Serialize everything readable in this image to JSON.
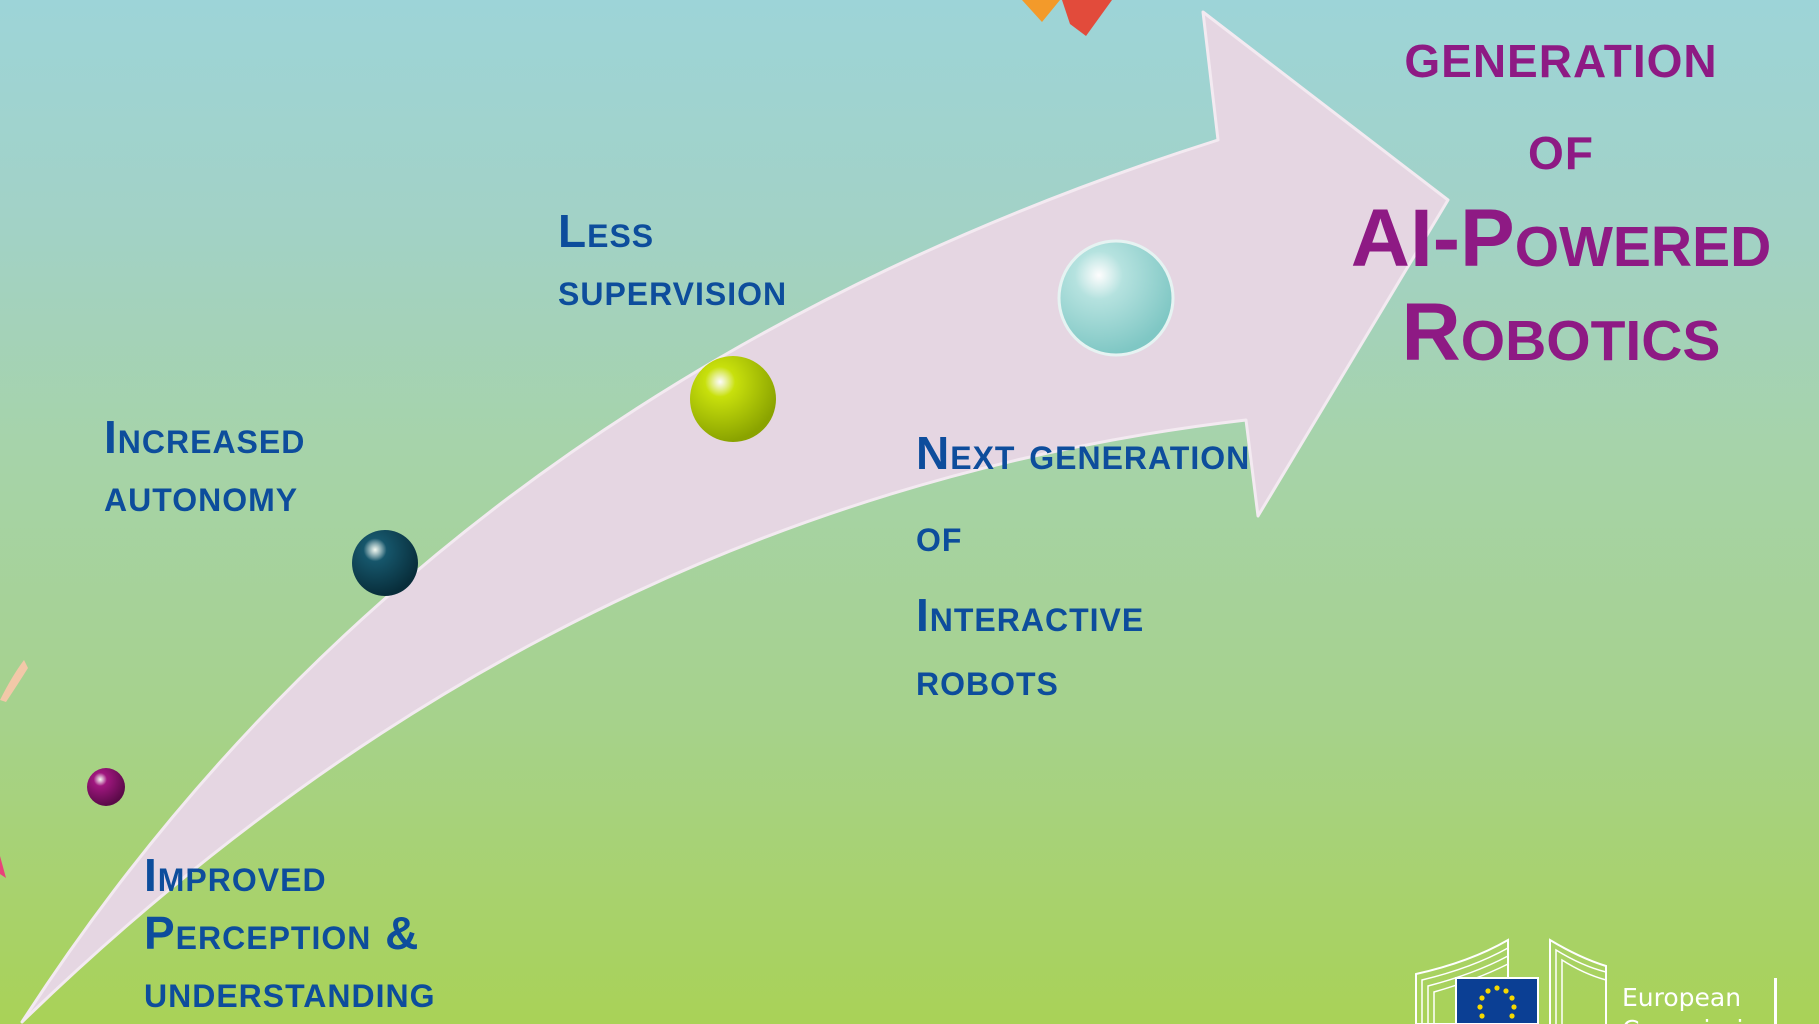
{
  "stages": [
    {
      "name": "improved-perception",
      "lines": [
        "Improved",
        "Perception &",
        "understanding"
      ],
      "bullet_color": "#a0177f"
    },
    {
      "name": "increased-autonomy",
      "lines": [
        "Increased",
        "autonomy"
      ],
      "bullet_color": "#16566b"
    },
    {
      "name": "less-supervision",
      "lines": [
        "Less",
        "supervision"
      ],
      "bullet_color": "#c8e00c"
    },
    {
      "name": "next-generation",
      "lines": [
        "Next generation",
        "of",
        "Interactive",
        "robots"
      ],
      "bullet_color": "#a8dcda"
    }
  ],
  "headline": {
    "line1": "generation",
    "line2": "of",
    "line3": "AI-Powered",
    "line4": "Robotics"
  },
  "brand": {
    "name_line1": "European",
    "name_line2": "Commission"
  },
  "colors": {
    "label_text": "#0d4d9c",
    "headline_text": "#8e1a84",
    "arrow_fill": "#e5d6e2",
    "eu_flag_blue": "#0b3f94",
    "eu_star_yellow": "#f6d800"
  }
}
